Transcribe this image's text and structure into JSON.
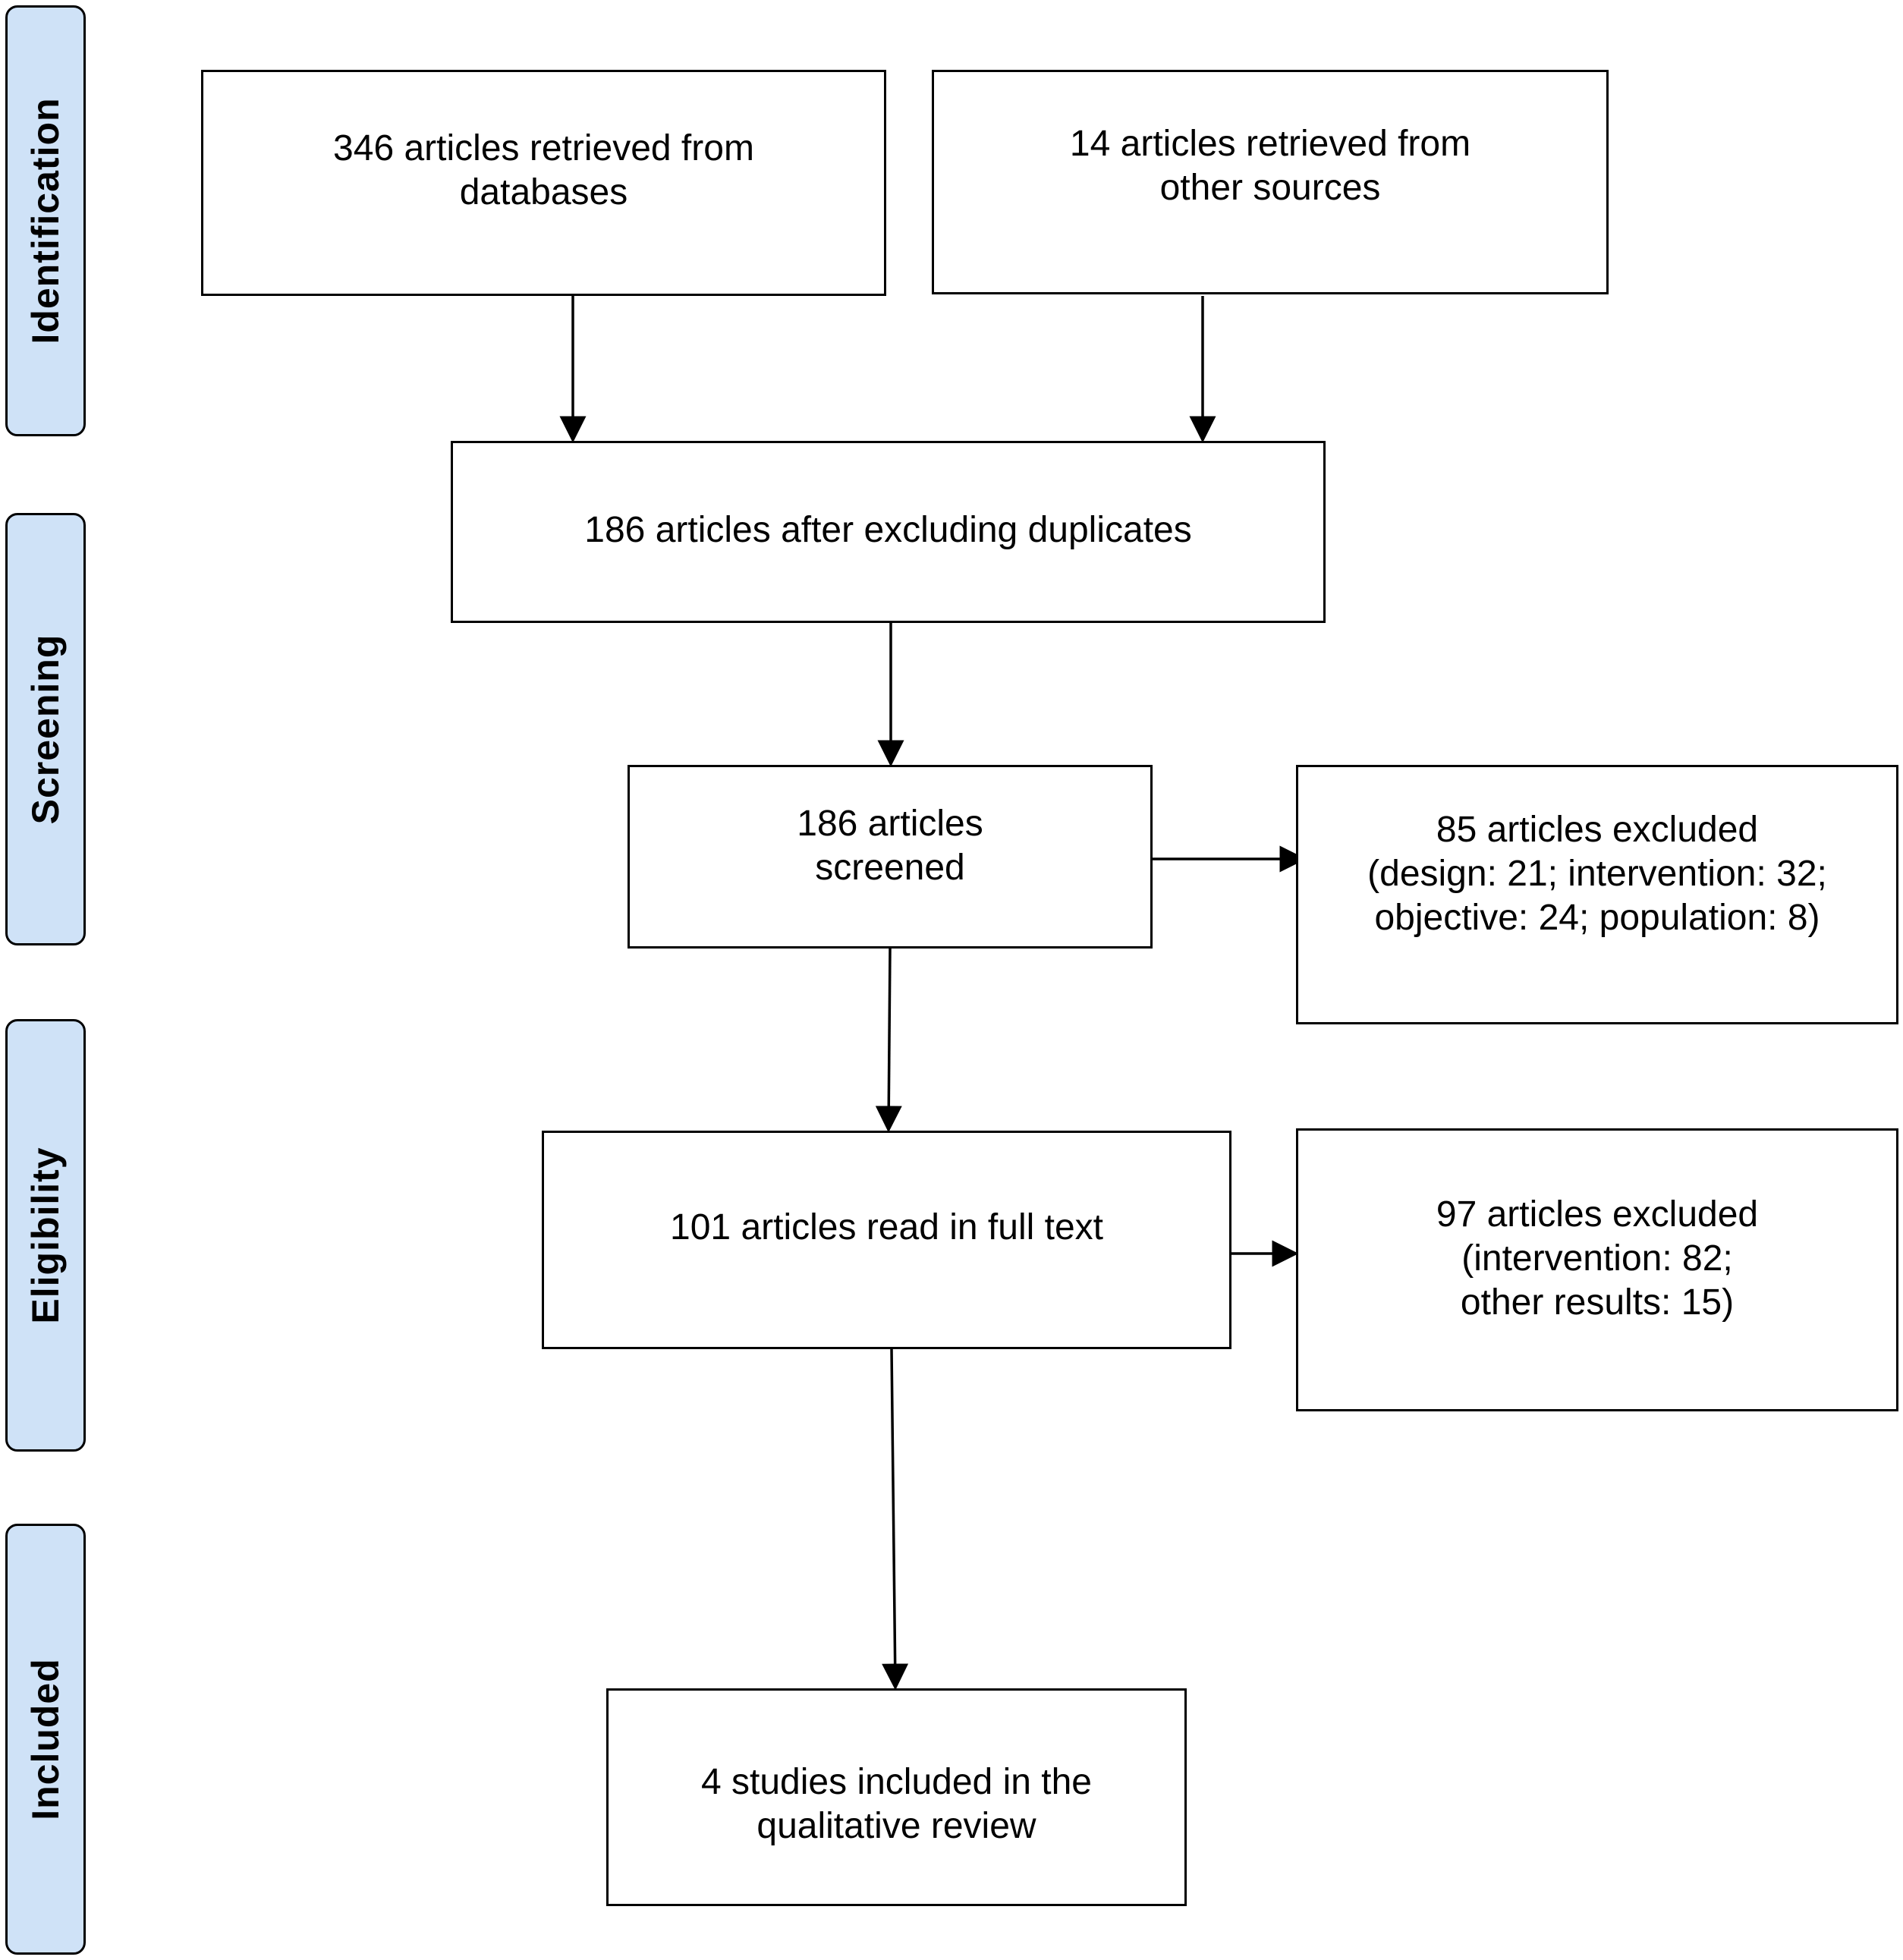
{
  "stages": [
    {
      "id": "identification",
      "label": "Identification"
    },
    {
      "id": "screening",
      "label": "Screening"
    },
    {
      "id": "eligibility",
      "label": "Eligibility"
    },
    {
      "id": "included",
      "label": "Included"
    }
  ],
  "boxes": {
    "databases": "346 articles retrieved from\ndatabases",
    "other_sources": "14 articles retrieved from\nother sources",
    "after_duplicates": "186 articles after excluding duplicates",
    "screened": "186 articles\nscreened",
    "excluded_screening": "85 articles excluded\n(design: 21; intervention: 32;\nobjective: 24; population: 8)",
    "full_text": "101 articles read in full text",
    "excluded_eligibility": "97 articles excluded\n(intervention: 82;\nother results: 15)",
    "included": "4 studies included in the\nqualitative review"
  },
  "colors": {
    "stage_fill": "#cfe2f7",
    "stroke": "#000000"
  }
}
